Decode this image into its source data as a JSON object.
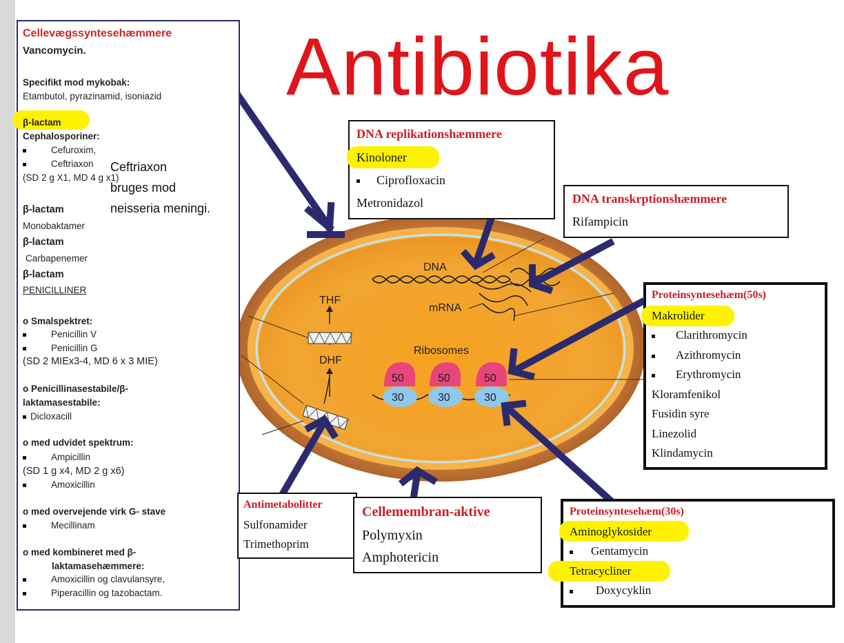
{
  "title": "Antibiotika",
  "left_panel": {
    "heading": "Cellevægssyntesehæmmere",
    "vancomycin": "Vancomycin.",
    "mykobak_label": "Specifikt mod mykobak:",
    "mykobak_drugs": "Etambutol, pyrazinamid, isoniazid",
    "blactam1": "β-lactam",
    "cephalosporiner": "Cephalosporiner:",
    "cef1": "Cefuroxim,",
    "cef2": "Ceftriaxon",
    "cef_dose": "(SD 2 g X1, MD 4 g x1)",
    "ceftriaxon_note": [
      "Ceftriaxon",
      "bruges mod",
      "neisseria meningi."
    ],
    "blactam2": "β-lactam",
    "monobaktamer": "Monobaktamer",
    "blactam3": "β-lactam",
    "carbapenemer": "Carbapenemer",
    "blactam4": "β-lactam",
    "penicilliner": "PENICILLINER",
    "smal": "o Smalspektret:",
    "penV": "Penicillin V",
    "penG": "Penicillin G",
    "pen_dose": "(SD 2 MIEx3-4, MD 6 x 3 MIE)",
    "penicillinase_1": "o Penicillinasestabile/β-",
    "penicillinase_2": "laktamasestabile:",
    "dicloxacill": "Dicloxacill",
    "udvidet": "o med udvidet spektrum:",
    "ampicillin": "Ampicillin",
    "amp_dose": "(SD 1 g x4, MD 2 g x6)",
    "amoxicillin": "Amoxicillin",
    "overvejende": "o med overvejende virk G- stave",
    "mecillinam": "Mecillinam",
    "kombineret_1": "o med kombineret med β-",
    "kombineret_2": "laktamasehæmmere:",
    "combo1": "Amoxicillin  og clavulansyre,",
    "combo2": "Piperacillin  og tazobactam."
  },
  "cell_labels": {
    "dna": "DNA",
    "mrna": "mRNA",
    "thf": "THF",
    "dhf": "DHF",
    "ribosomes": "Ribosomes",
    "large_subunit": "50",
    "small_subunit": "30"
  },
  "dna_replication": {
    "heading": "DNA replikationshæmmere",
    "class": "Kinoloner",
    "drug": "Ciprofloxacin",
    "other": "Metronidazol"
  },
  "dna_transcription": {
    "heading": "DNA transkrptionshæmmere",
    "drug": "Rifampicin"
  },
  "protein50": {
    "heading": "Proteinsyntesehæm(50s)",
    "class": "Makrolider",
    "drugs": [
      "Clarithromycin",
      "Azithromycin",
      "Erythromycin"
    ],
    "others": [
      "Kloramfenikol",
      "Fusidin syre",
      "Linezolid",
      "Klindamycin"
    ]
  },
  "antimetabolitter": {
    "heading": "Antimetabolitter",
    "drugs": [
      "Sulfonamider",
      "Trimethoprim"
    ]
  },
  "cellemembran": {
    "heading": "Cellemembran-aktive",
    "drugs": [
      "Polymyxin",
      "Amphotericin"
    ]
  },
  "protein30": {
    "heading": "Proteinsyntesehæm(30s)",
    "class1": "Aminoglykosider",
    "drug1": "Gentamycin",
    "class2": "Tetracycliner",
    "drug2": "Doxycyklin"
  },
  "colors": {
    "title_red": "#e0141b",
    "heading_red": "#cc1d24",
    "arrow_navy": "#2b2a6e",
    "highlight_yellow": "#fff200",
    "cell_wall": "#b76a2c",
    "cytoplasm": "#f5a623",
    "ribosome_large": "#e8457a",
    "ribosome_small": "#8ec8ec"
  }
}
